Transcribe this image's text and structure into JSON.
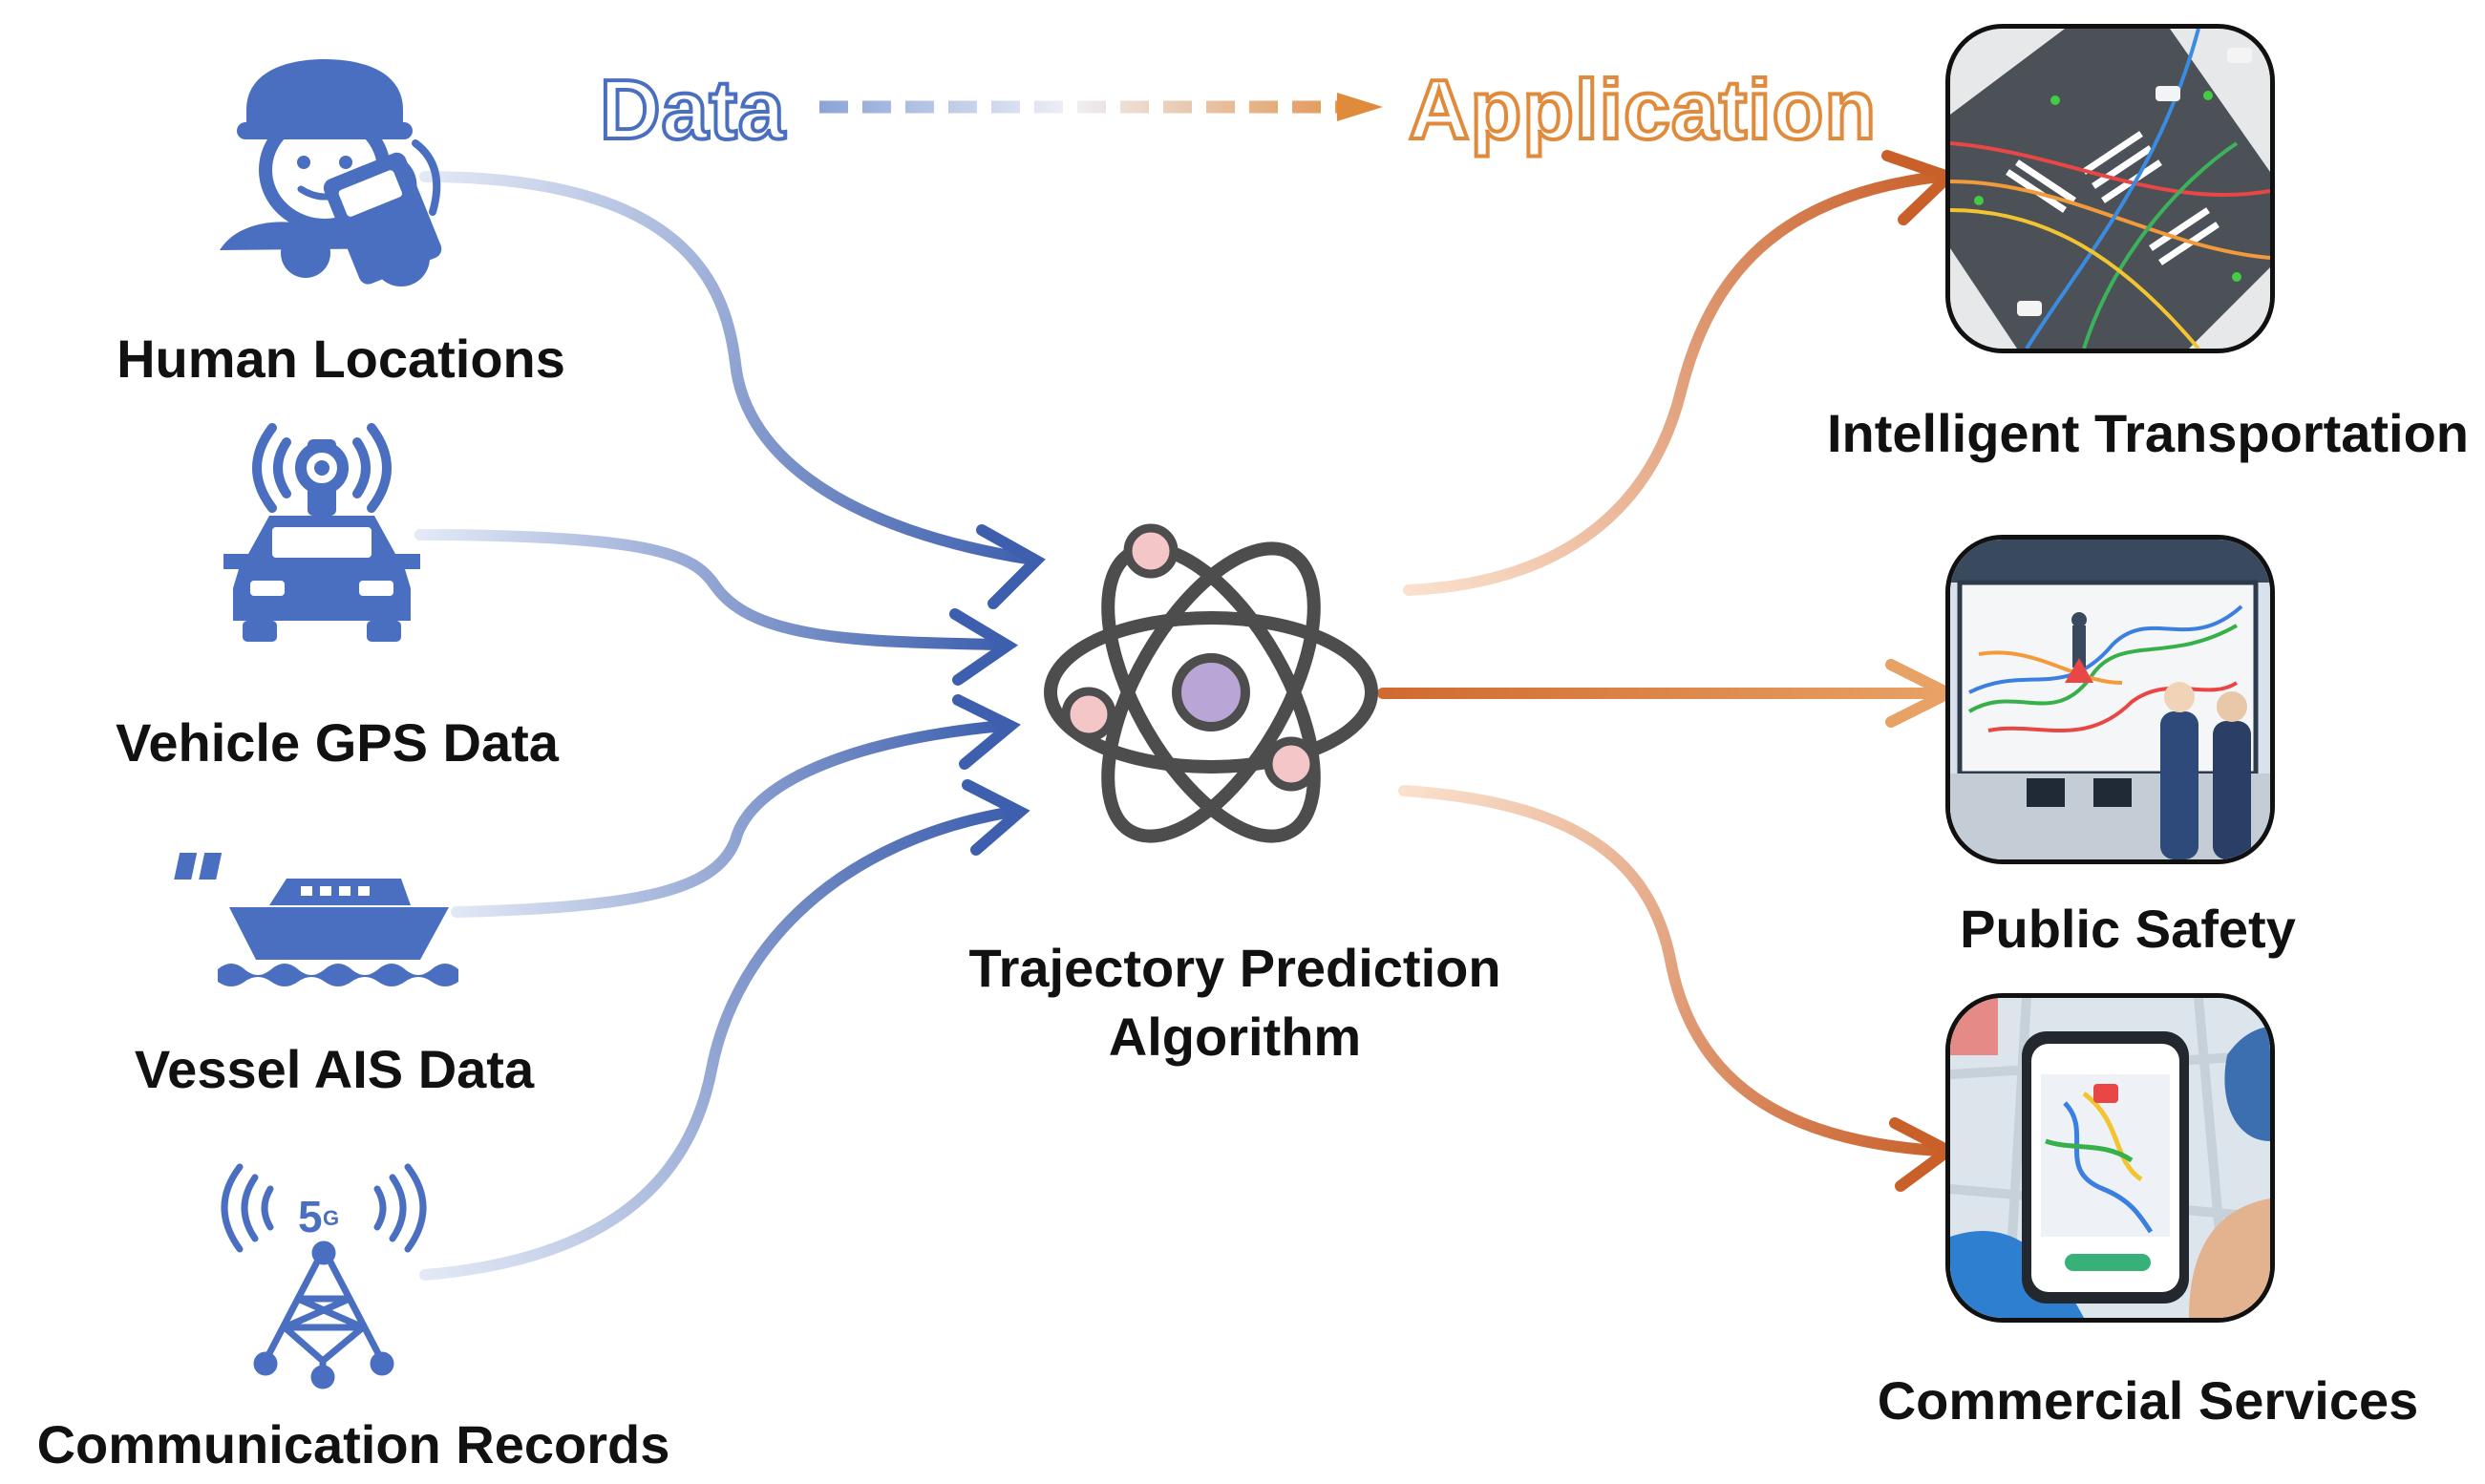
{
  "header": {
    "data_word": "Data",
    "application_word": "Application"
  },
  "colors": {
    "data_blue": "#4a6fc0",
    "app_orange": "#e08a3c",
    "arrow_blue": "#3d5fae",
    "arrow_orange": "#c9602a",
    "node_pink": "#f4c6c8",
    "nucleus_purple": "#b9a5d6"
  },
  "sources": [
    {
      "label": "Human Locations",
      "icon": "person-phone-icon"
    },
    {
      "label": "Vehicle GPS Data",
      "icon": "car-gps-icon"
    },
    {
      "label": "Vessel AIS Data",
      "icon": "ship-icon"
    },
    {
      "label": "Communication Records",
      "icon": "5g-tower-icon"
    }
  ],
  "center": {
    "line1": "Trajectory Prediction",
    "line2": "Algorithm",
    "icon": "atom-icon"
  },
  "applications": [
    {
      "label": "Intelligent Transportation",
      "icon": "intersection-illustration"
    },
    {
      "label": "Public Safety",
      "icon": "control-room-illustration"
    },
    {
      "label": "Commercial Services",
      "icon": "phone-map-illustration"
    }
  ]
}
